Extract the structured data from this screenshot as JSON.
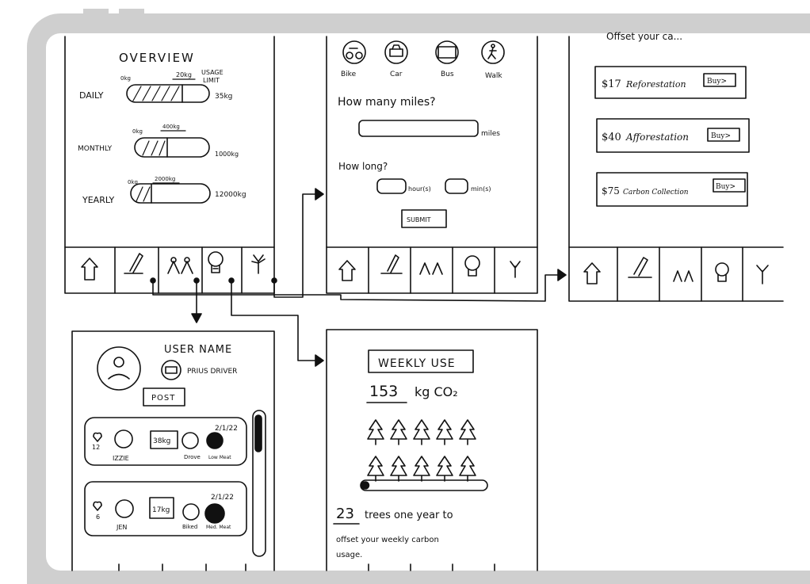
{
  "overview_screen": {
    "title": "OVERVIEW",
    "limit_header": [
      "USAGE",
      "LIMIT"
    ],
    "rows": [
      {
        "label": "DAILY",
        "min": "0kg",
        "current": "20kg",
        "limit": "35kg",
        "fill": 0.57
      },
      {
        "label": "MONTHLY",
        "min": "0kg",
        "current": "400kg",
        "limit": "1000kg",
        "fill": 0.4
      },
      {
        "label": "YEARLY",
        "min": "0kg",
        "current": "2000kg",
        "limit": "12000kg",
        "fill": 0.2
      }
    ]
  },
  "trip_screen": {
    "modes": [
      "Bike",
      "Car",
      "Bus",
      "Walk"
    ],
    "miles_question": "How many miles?",
    "miles_unit": "miles",
    "time_question": "How long?",
    "hours_unit": "hour(s)",
    "min_unit": "min(s)",
    "submit_label": "SUBMIT"
  },
  "offset_screen": {
    "header_partial": "Offset your ca...",
    "options": [
      {
        "price": "$17",
        "name": "Reforestation",
        "buy": "Buy>"
      },
      {
        "price": "$40",
        "name": "Afforestation",
        "buy": "Buy>"
      },
      {
        "price": "$75",
        "name": "Carbon Collection",
        "buy": "Buy>"
      }
    ]
  },
  "profile_screen": {
    "user_name": "USER NAME",
    "car_label": "PRIUS DRIVER",
    "post_label": "POST",
    "posts": [
      {
        "likes": "12",
        "user": "IZZIE",
        "amount": "38kg",
        "date": "2/1/22",
        "act1": "Drove",
        "act2": "Low Meat"
      },
      {
        "likes": "6",
        "user": "JEN",
        "amount": "17kg",
        "date": "2/1/22",
        "act1": "Biked",
        "act2": "Med. Meat"
      }
    ]
  },
  "weekly_screen": {
    "title": "WEEKLY USE",
    "amount": "153",
    "unit": "kg CO₂",
    "trees": 10,
    "progress": 0.06,
    "trees_count": "23",
    "message_line1": "trees one year to",
    "message_line2": "offset your weekly carbon",
    "message_line3": "usage."
  },
  "nav_icons": [
    "home-icon",
    "pencil-icon",
    "people-icon",
    "lightbulb-icon",
    "sprout-icon"
  ]
}
